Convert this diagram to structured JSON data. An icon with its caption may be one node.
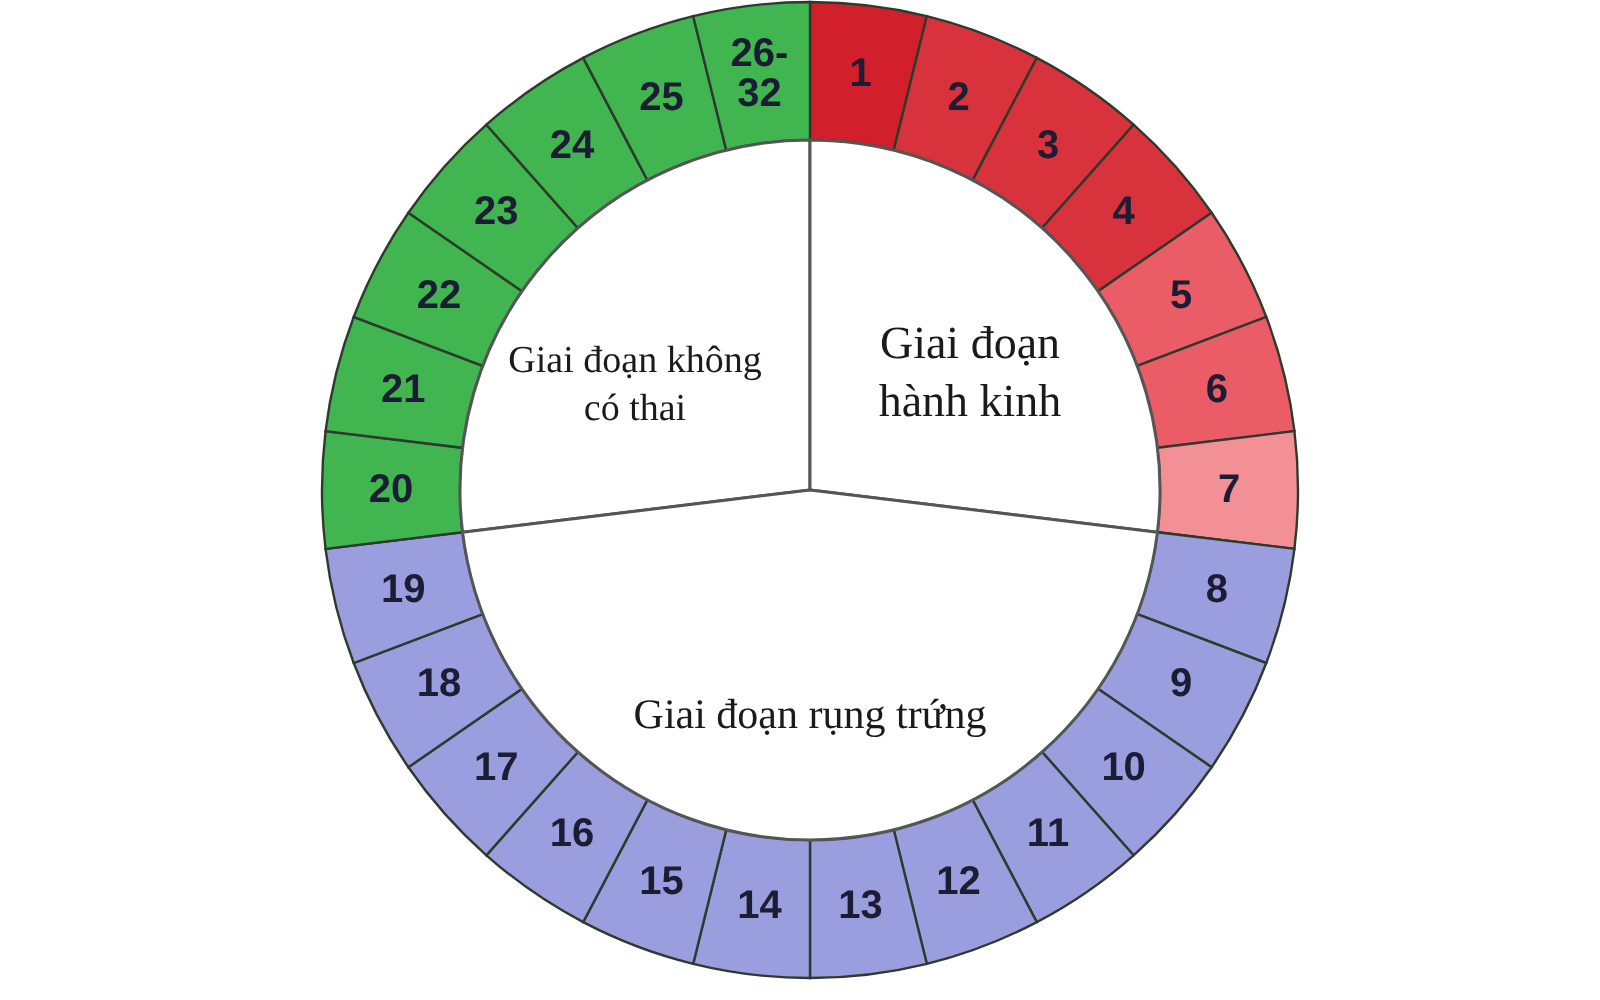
{
  "diagram": {
    "nodes": [
      {
        "text": [
          "1"
        ]
      },
      {
        "text": [
          "2"
        ]
      },
      {
        "text": [
          "3"
        ]
      },
      {
        "text": [
          "4"
        ]
      },
      {
        "text": [
          "5"
        ]
      },
      {
        "text": [
          "6"
        ]
      },
      {
        "text": [
          "7"
        ]
      },
      {
        "text": [
          "8"
        ]
      },
      {
        "text": [
          "9"
        ]
      },
      {
        "text": [
          "10"
        ]
      },
      {
        "text": [
          "11"
        ]
      },
      {
        "text": [
          "12"
        ]
      },
      {
        "text": [
          "13"
        ]
      },
      {
        "text": [
          "14"
        ]
      },
      {
        "text": [
          "15"
        ]
      },
      {
        "text": [
          "16"
        ]
      },
      {
        "text": [
          "17"
        ]
      },
      {
        "text": [
          "18"
        ]
      },
      {
        "text": [
          "19"
        ]
      },
      {
        "text": [
          "20"
        ]
      },
      {
        "text": [
          "21"
        ]
      },
      {
        "text": [
          "22"
        ]
      },
      {
        "text": [
          "23"
        ]
      },
      {
        "text": [
          "24"
        ]
      },
      {
        "text": [
          "25"
        ]
      },
      {
        "text": [
          "26-32"
        ]
      },
      {
        "text": [
          "Giai đoạn không có thai"
        ]
      },
      {
        "text": [
          "Giai đoạn hành kinh"
        ]
      },
      {
        "text": [
          "Giai đoạn rụng trứng"
        ]
      }
    ]
  }
}
